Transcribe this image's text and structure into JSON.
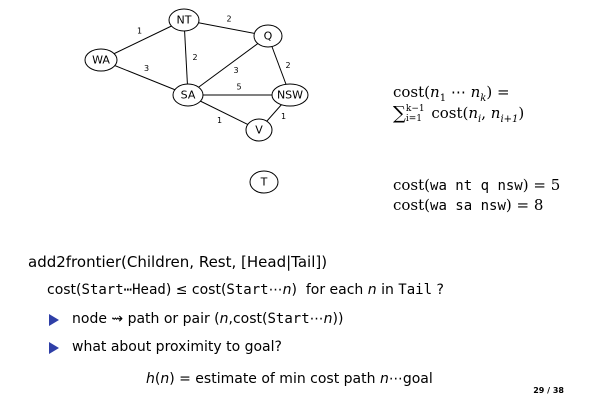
{
  "graph": {
    "nodes": [
      {
        "id": "NT",
        "label": "NT"
      },
      {
        "id": "WA",
        "label": "WA"
      },
      {
        "id": "Q",
        "label": "Q"
      },
      {
        "id": "SA",
        "label": "SA"
      },
      {
        "id": "NSW",
        "label": "NSW"
      },
      {
        "id": "V",
        "label": "V"
      },
      {
        "id": "T",
        "label": "T"
      }
    ],
    "edges": [
      {
        "from": "WA",
        "to": "NT",
        "weight": "1"
      },
      {
        "from": "NT",
        "to": "Q",
        "weight": "2"
      },
      {
        "from": "NT",
        "to": "SA",
        "weight": "2"
      },
      {
        "from": "WA",
        "to": "SA",
        "weight": "3"
      },
      {
        "from": "SA",
        "to": "Q",
        "weight": "3"
      },
      {
        "from": "Q",
        "to": "NSW",
        "weight": "2"
      },
      {
        "from": "SA",
        "to": "NSW",
        "weight": "5"
      },
      {
        "from": "SA",
        "to": "V",
        "weight": "1"
      },
      {
        "from": "V",
        "to": "NSW",
        "weight": "1"
      }
    ]
  },
  "formula": {
    "line1_a": "cost(",
    "n": "n",
    "sub1": "1",
    "dots": " ⋯ ",
    "subk": "k",
    "line1_b": ") =",
    "sum": "∑",
    "sum_upper": "k−1",
    "sum_lower": "i=1",
    "line2_a": " cost(",
    "subi": "i",
    "comma": ", ",
    "subi1": "i+1",
    "line2_b": ")"
  },
  "costs": {
    "c1_pre": "cost(",
    "c1_mono": "wa nt q nsw",
    "c1_post": ") = 5",
    "c2_pre": "cost(",
    "c2_mono": "wa sa nsw",
    "c2_post": ") = 8"
  },
  "code": {
    "add2frontier": "add2frontier(Children, Rest, [Head|Tail])"
  },
  "condition": {
    "cost_a": "cost(",
    "start_head": "Start⋯Head",
    "leq": ") ≤ cost(",
    "start": "Start",
    "dots": "⋯",
    "n": "n",
    "close": ")",
    "for_each": "for each",
    "in": "in",
    "tail": "Tail",
    "q": "?"
  },
  "bullets": {
    "b1_node": "node ⇝ path or pair (",
    "b1_n": "n",
    "b1_cost": ",cost(",
    "b1_start": "Start",
    "b1_dots": "⋯",
    "b1_close": "))",
    "b2": "what about proximity to goal?"
  },
  "heuristic": {
    "h": "h",
    "paren_n": "n",
    "eq": ") = estimate of min cost path ",
    "n2": "n",
    "dots": "⋯",
    "goal": "goal"
  },
  "page": {
    "number": "29 / 38"
  },
  "colors": {
    "bullet": "#2f3fa7"
  }
}
